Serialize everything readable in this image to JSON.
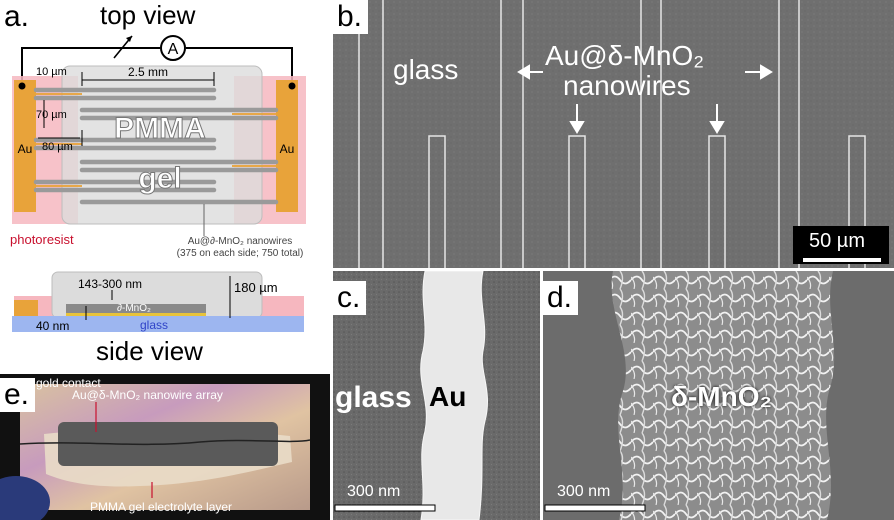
{
  "panel_a": {
    "letter": "a.",
    "top_view": "top view",
    "ammeter": "A",
    "dim_10um": "10 µm",
    "dim_2_5mm": "2.5 mm",
    "dim_70um": "70 µm",
    "dim_80um": "80 µm",
    "pmma": "PMMA",
    "gel": "gel",
    "au_left": "Au",
    "au_right": "Au",
    "photoresist": "photoresist",
    "nanowires_line1": "Au@∂-MnO₂ nanowires",
    "nanowires_line2": "(375 on each side; 750 total)",
    "dim_143_300nm": "143-300 nm",
    "dim_180um": "180 µm",
    "mno2": "∂-MnO₂",
    "dim_40nm": "40 nm",
    "glass": "glass",
    "side_view": "side view"
  },
  "panel_b": {
    "letter": "b.",
    "glass": "glass",
    "nanowires_line1": "Au@δ-MnO₂",
    "nanowires_line2": "nanowires",
    "scalebar": "50 µm"
  },
  "panel_c": {
    "letter": "c.",
    "glass": "glass",
    "au": "Au",
    "scalebar": "300 nm"
  },
  "panel_d": {
    "letter": "d.",
    "mno2": "δ-MnO₂",
    "scalebar": "300 nm"
  },
  "panel_e": {
    "letter": "e.",
    "gold_contact": "gold contact",
    "array": "Au@δ-MnO₂ nanowire array",
    "pmma_layer": "PMMA gel electrolyte layer"
  },
  "colors": {
    "gold": "#E8A33A",
    "photoresist": "#F6B7BF",
    "glass_blue": "#9DB6F0",
    "wire_gray": "#9a9a9a",
    "sem_gray": "#6f6f6f",
    "label_red": "#C8102E"
  }
}
